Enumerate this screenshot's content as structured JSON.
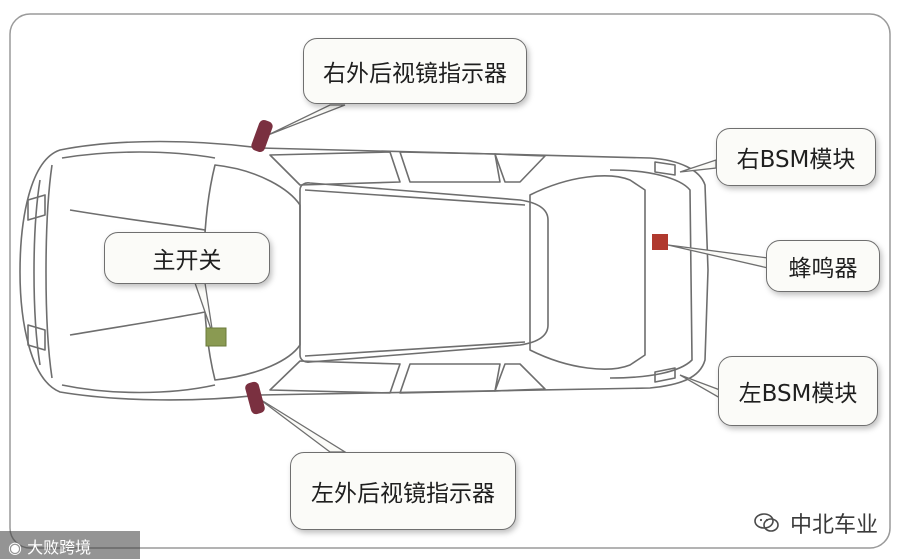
{
  "labels": {
    "right_mirror_indicator": "右外后视镜指示器",
    "left_mirror_indicator": "左外后视镜指示器",
    "main_switch": "主开关",
    "right_bsm_module": "右BSM模块",
    "left_bsm_module": "左BSM模块",
    "buzzer": "蜂鸣器"
  },
  "watermarks": {
    "bottom_left": "大败跨境",
    "bottom_right": "中北车业"
  },
  "colors": {
    "mirror_indicator": "#7a3040",
    "main_switch": "#8a9a52",
    "buzzer": "#b0392e",
    "car_outline": "#6e6e6e"
  }
}
